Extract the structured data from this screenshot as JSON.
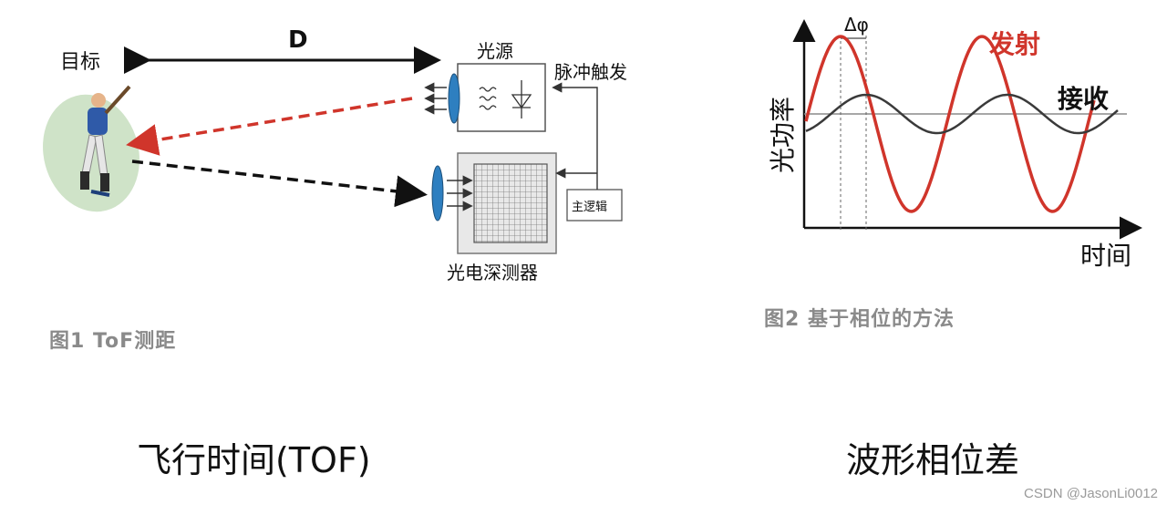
{
  "figure1": {
    "target_label": "目标",
    "distance_label": "D",
    "light_source_label": "光源",
    "pulse_trigger_label": "脉冲触发",
    "main_logic_label": "主逻辑",
    "detector_label": "光电深测器",
    "caption": "图1  ToF测距"
  },
  "figure2": {
    "delta_phi_label": "Δφ",
    "emit_label": "发射",
    "receive_label": "接收",
    "y_axis_label": "光功率",
    "x_axis_label": "时间",
    "caption": "图2  基于相位的方法",
    "colors": {
      "emit": "#d0352b",
      "receive": "#3a3a3a",
      "axis": "#111111"
    }
  },
  "bottom_titles": {
    "left": "飞行时间(TOF)",
    "right": "波形相位差"
  },
  "watermark": "CSDN @JasonLi0012"
}
